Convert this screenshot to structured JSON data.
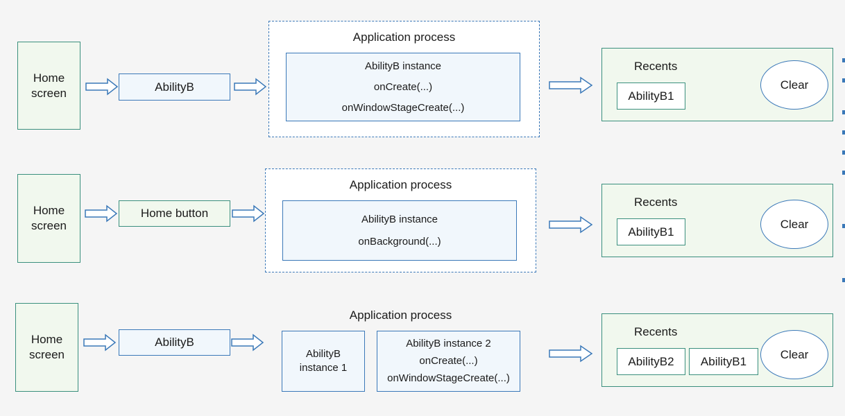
{
  "rows": [
    {
      "home_label_1": "Home",
      "home_label_2": "screen",
      "action": "AbilityB",
      "process_title": "Application process",
      "instance_lines": [
        "AbilityB instance",
        "onCreate(...)",
        "onWindowStageCreate(...)"
      ],
      "recents_title": "Recents",
      "recent_items": [
        "AbilityB1"
      ],
      "clear_label": "Clear"
    },
    {
      "home_label_1": "Home",
      "home_label_2": "screen",
      "action": "Home button",
      "process_title": "Application process",
      "instance_lines": [
        "AbilityB instance",
        "onBackground(...)"
      ],
      "recents_title": "Recents",
      "recent_items": [
        "AbilityB1"
      ],
      "clear_label": "Clear"
    },
    {
      "home_label_1": "Home",
      "home_label_2": "screen",
      "action": "AbilityB",
      "process_title": "Application process",
      "instance1_lines": [
        "AbilityB",
        "instance 1"
      ],
      "instance2_lines": [
        "AbilityB instance 2",
        "onCreate(...)",
        "onWindowStageCreate(...)"
      ],
      "recents_title": "Recents",
      "recent_items": [
        "AbilityB2",
        "AbilityB1"
      ],
      "clear_label": "Clear"
    }
  ],
  "colors": {
    "green_border": "#3a8f7d",
    "green_fill": "#f1f8ee",
    "blue_border": "#3a78b8",
    "blue_fill": "#f1f7fc",
    "background": "#f5f5f5"
  },
  "icons": [
    "right-arrow-icon"
  ]
}
